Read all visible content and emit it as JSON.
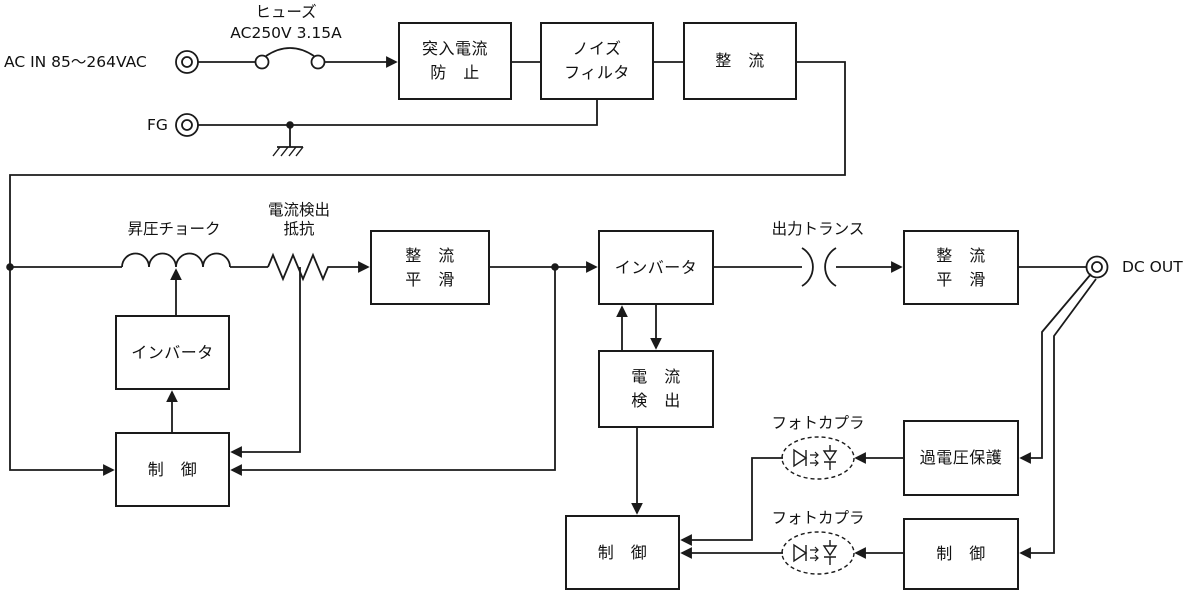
{
  "colors": {
    "line": "#1a1a1a",
    "background": "#ffffff"
  },
  "labels": {
    "fuse_title": "ヒューズ",
    "fuse_rating": "AC250V 3.15A",
    "ac_input": "AC IN 85〜264VAC",
    "fg": "FG",
    "boost_choke": "昇圧チョーク",
    "current_sense_line1": "電流検出",
    "current_sense_line2": "抵抗",
    "output_transformer": "出力トランス",
    "dc_out": "DC OUT",
    "photocoupler_top": "フォトカプラ",
    "photocoupler_bottom": "フォトカプラ"
  },
  "blocks": {
    "inrush": {
      "line1": "突入電流",
      "line2": "防　止"
    },
    "noise_filter": {
      "line1": "ノイズ",
      "line2": "フィルタ"
    },
    "rectifier": {
      "line1": "整　流"
    },
    "rect_smooth_primary": {
      "line1": "整　流",
      "line2": "平　滑"
    },
    "inverter_main": {
      "line1": "インバータ"
    },
    "rect_smooth_output": {
      "line1": "整　流",
      "line2": "平　滑"
    },
    "inverter_boost": {
      "line1": "インバータ"
    },
    "control_boost": {
      "line1": "制　御"
    },
    "current_detect": {
      "line1": "電　流",
      "line2": "検　出"
    },
    "control_primary": {
      "line1": "制　御"
    },
    "overvoltage_protection": {
      "line1": "過電圧保護"
    },
    "control_secondary": {
      "line1": "制　御"
    }
  }
}
